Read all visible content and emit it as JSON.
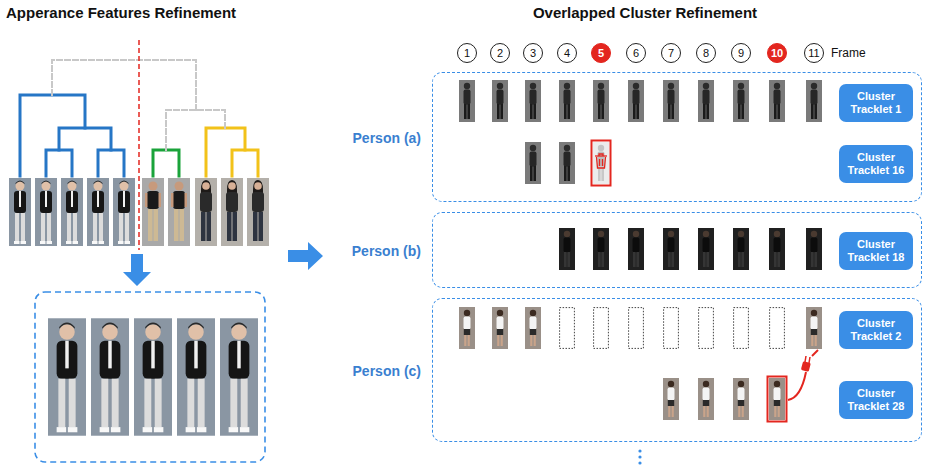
{
  "diagram": {
    "nodes": [
      {
        "text": [
          "1"
        ]
      },
      {
        "text": [
          "2"
        ]
      },
      {
        "text": [
          "3"
        ]
      },
      {
        "text": [
          "4"
        ]
      },
      {
        "text": [
          "5"
        ]
      },
      {
        "text": [
          "6"
        ]
      },
      {
        "text": [
          "7"
        ]
      },
      {
        "text": [
          "8"
        ]
      },
      {
        "text": [
          "9"
        ]
      },
      {
        "text": [
          "10"
        ]
      },
      {
        "text": [
          "11"
        ]
      },
      {
        "text": [
          "Person (a)"
        ]
      },
      {
        "text": [
          "Cluster Tracklet 1"
        ],
        "in": 11
      },
      {
        "text": [
          "Cluster Tracklet 16"
        ],
        "in": 11
      },
      {
        "text": [
          "Person (b)"
        ]
      },
      {
        "text": [
          "Cluster Tracklet 18"
        ],
        "in": 14
      },
      {
        "text": [
          "Person (c)"
        ]
      },
      {
        "text": [
          "Cluster Tracklet 2"
        ],
        "in": 16
      },
      {
        "text": [
          "Cluster Tracklet 28"
        ],
        "in": 16
      }
    ],
    "labels": [
      "Apperance Features Refinement",
      "Overlapped Cluster Refinement",
      "Frame"
    ]
  }
}
